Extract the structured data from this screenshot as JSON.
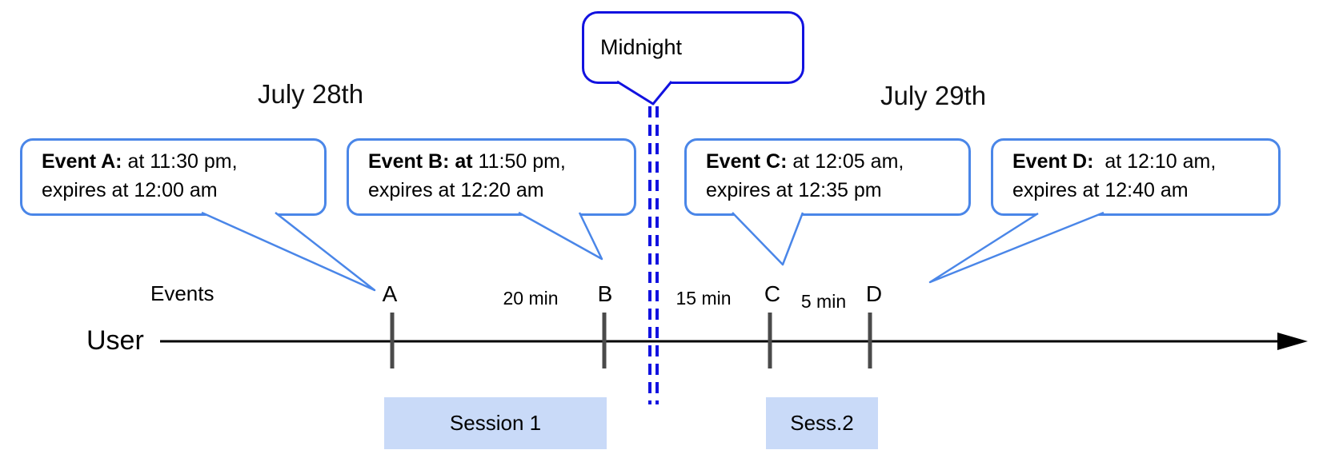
{
  "diagram": {
    "dates": {
      "july28": "July 28th",
      "july29": "July 29th"
    },
    "midnight": {
      "label": "Midnight"
    },
    "axis": {
      "events_label": "Events",
      "user_label": "User"
    },
    "events": {
      "a": {
        "bold": "Event A:",
        "rest": "at 11:30 pm,",
        "line2": "expires at 12:00 am",
        "tick": "A"
      },
      "b": {
        "bold": "Event B: at",
        "rest": "11:50 pm,",
        "line2": "expires at 12:20 am",
        "tick": "B"
      },
      "c": {
        "bold": "Event C:",
        "rest": "at 12:05 am,",
        "line2": "expires at 12:35 pm",
        "tick": "C"
      },
      "d": {
        "bold": "Event D:",
        "rest": "at 12:10 am,",
        "line2": "expires at 12:40 am",
        "tick": "D"
      }
    },
    "intervals": {
      "ab": "20 min",
      "bc": "15 min",
      "cd": "5 min"
    },
    "sessions": {
      "s1": "Session 1",
      "s2": "Sess.2"
    },
    "colors": {
      "event_box_border": "#4a86e8",
      "midnight_blue": "#1212e0",
      "session_fill": "#c9daf8",
      "tick_gray": "#4a4a4a",
      "timeline": "#000000"
    }
  }
}
